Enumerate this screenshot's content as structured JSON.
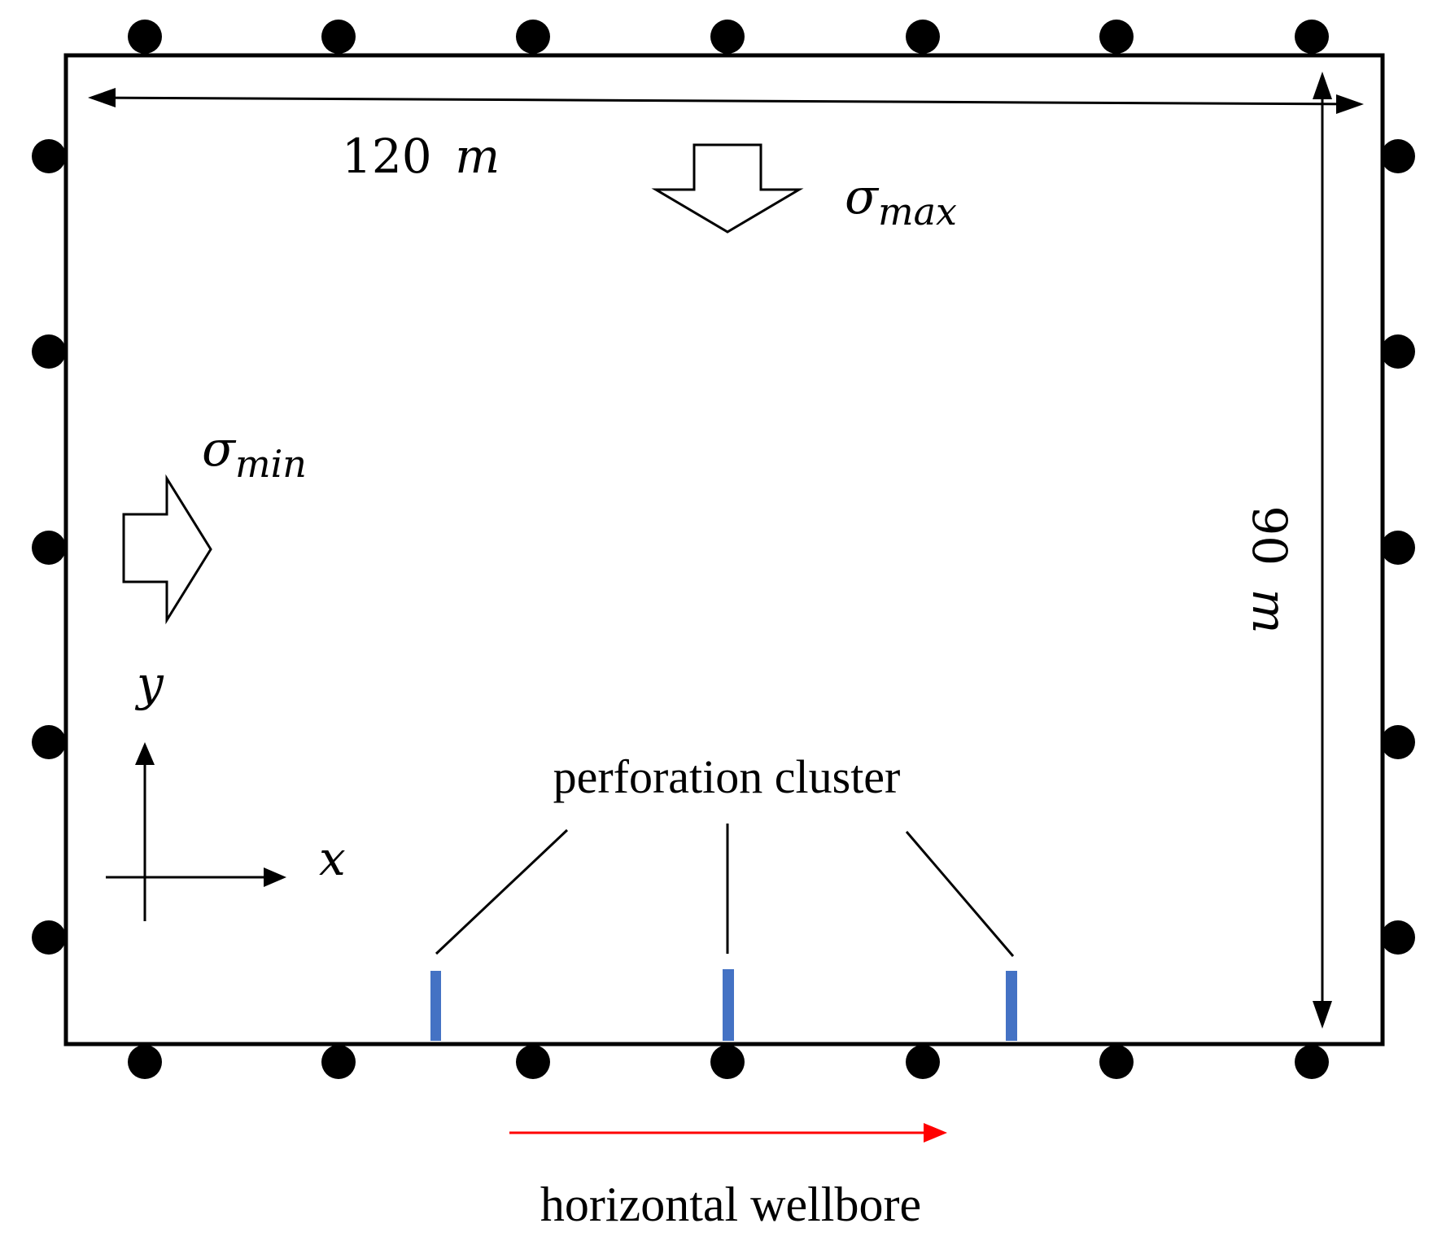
{
  "domain_dimensions": {
    "width_text": "120 m",
    "width_number": "120",
    "width_unit": "m",
    "height_text": "90 m",
    "height_number": "90",
    "height_unit": "m"
  },
  "stresses": {
    "max_symbol": "σ",
    "max_subscript": "max",
    "min_symbol": "σ",
    "min_subscript": "min"
  },
  "axes": {
    "x_label": "x",
    "y_label": "y"
  },
  "perforation": {
    "label": "perforation cluster",
    "cluster_count": 3,
    "color": "#4472C4"
  },
  "wellbore": {
    "label": "horizontal wellbore",
    "arrow_color": "#FF0000"
  },
  "boundary_rollers": {
    "top_count": 7,
    "bottom_count": 7,
    "left_count": 5,
    "right_count": 5,
    "color": "#000000"
  }
}
